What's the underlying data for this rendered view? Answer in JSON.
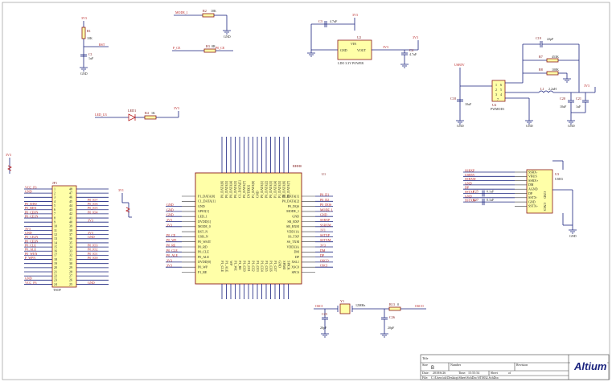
{
  "title_block": {
    "title_label": "Title",
    "title_value": "",
    "size_label": "Size",
    "size_value": "B",
    "number_label": "Number",
    "revision_label": "Revision",
    "date_label": "Date:",
    "date_value": "2018/6/26",
    "time_label": "Time:",
    "time_value": "15:55:54",
    "sheet_label": "Sheet",
    "sheet_value": "of",
    "file_label": "File:",
    "file_value": "C:\\Users\\ok\\Desktop\\Sheet\\SchDoc\\STM32.SchDoc",
    "brand": "Altium"
  },
  "reset_block": {
    "vcc": "3V3",
    "res_ref": "R1",
    "res_val": "10K",
    "cap_ref": "C1",
    "cap_val": "1uF",
    "net": "RST"
  },
  "mode_block": {
    "net": "MODE_1",
    "res_ref": "R2",
    "res_val": "10K"
  },
  "ce_block": {
    "net_left": "P_CE",
    "res_ref": "R3",
    "res_val": "0R",
    "net_right": "P0_CE"
  },
  "ldo_block": {
    "vin": "3V3",
    "cap_in_ref": "C3",
    "cap_in_val": "4.7uF",
    "chip_ref": "U2",
    "pin_gnd": "GND",
    "pin_vout": "VOUT",
    "caption": "LDO 3.3V POWER",
    "vout_net": "3V3",
    "cap_out_ref": "C4",
    "cap_out_val": "4.7uF",
    "pin_in": "VIN"
  },
  "led_block": {
    "net": "LED_U3",
    "led_ref": "LED1",
    "res_ref": "R4",
    "res_val": "1K",
    "vcc": "3V3"
  },
  "power_block": {
    "net": "USB5V",
    "chip_ref": "U4",
    "chip_name": "PWMOD1",
    "cap_ref": "C18",
    "cap_val": "10uF",
    "c19": "C19",
    "c19_val": "22pF",
    "r_a": "R7",
    "r_a_val": "453K",
    "r_b": "R8",
    "r_b_val": "100K",
    "inductor": "L1",
    "ind_val": "2.2uH",
    "c20": "C20",
    "c20_val": "10uF",
    "c21": "C21",
    "c21_val": "1uF",
    "vout": "3V3"
  },
  "mcu": {
    "ref": "U1",
    "part": "RHH0",
    "left_pins": [
      "P1_DATA[0]",
      "C1_DATA[1]",
      "GND",
      "GPIO[1]",
      "LED_1",
      "DVDD[1]",
      "MODE_0",
      "RST_N",
      "USB_N",
      "P0_WAIT",
      "P0_RD",
      "P0_CLE",
      "P0_ALE",
      "DVDD[0]",
      "P0_WP",
      "P1_RE"
    ],
    "right_pins": [
      "P0_DATA[1]",
      "P0_DATA[2]",
      "P0_DQS",
      "MODE_1",
      "GND",
      "SR_RXP",
      "SR_RXM",
      "VDD11A",
      "SS_TXP",
      "SS_TXM",
      "VDD33A",
      "DM",
      "DP",
      "XSL1",
      "XSC0",
      "SPCS"
    ],
    "left_nets": [
      "",
      "",
      "GND",
      "GND",
      "GND",
      "3V3",
      "3V3",
      "",
      "P0_CE",
      "P0_WE",
      "P0_RE",
      "P0_CLE",
      "P0_ALE",
      "3V3",
      "3V3",
      ""
    ],
    "right_nets": [
      "P0_D1",
      "P0_D2",
      "P0_DQS",
      "MODE_1",
      "GND",
      "SSRXP",
      "SSRXM",
      "1V1",
      "SSTXP",
      "SSTXM",
      "3V3",
      "DM",
      "DP",
      "OSCO",
      "OSCI",
      ""
    ],
    "top_pins": [
      "P0_DATA[6]",
      "P0_DATA[5]",
      "P0_DATA[4]",
      "P0_DATA[3]",
      "C1_DATA[5]",
      "P0_DATA[7]",
      "DVDD[3]",
      "P1_DATA[6]",
      "GND",
      "P0_DATA[1]",
      "P0_DATA[2]",
      "P0_DATA[3]",
      "P1_DATA[4]",
      "P1_DATA[5]",
      "P0_DATA[6]",
      "P0_DATA[7]"
    ],
    "bottom_pins": [
      "P1_CLE",
      "P1_ALE",
      "WP",
      "P1_WE",
      "P1_RE",
      "P1_CE0",
      "P1_CE1",
      "P1_CE2",
      "P1_CE3",
      "P1_CE4",
      "P1_CE5",
      "P1_CE6",
      "P1_CE7",
      "GND",
      "SPIMI",
      "SPICK"
    ]
  },
  "connector": {
    "ref": "JP1",
    "name": "TSOP",
    "left_nums": [
      "1",
      "2",
      "3",
      "4",
      "5",
      "6",
      "7",
      "8",
      "9",
      "10",
      "11",
      "12",
      "13",
      "14",
      "15",
      "16",
      "17",
      "18",
      "19",
      "20",
      "21",
      "22",
      "23",
      "24"
    ],
    "right_nums": [
      "48",
      "47",
      "46",
      "45",
      "44",
      "43",
      "42",
      "41",
      "40",
      "39",
      "38",
      "37",
      "36",
      "35",
      "34",
      "33",
      "32",
      "31",
      "30",
      "29",
      "28",
      "27",
      "26",
      "25"
    ],
    "left_nets": [
      "VCC_P3",
      "GND",
      "",
      "",
      "P0_R/B0",
      "P0_REN",
      "P0_CE0N",
      "P0_CE1N",
      "",
      "",
      "3V3",
      "GND",
      "P0_CE2N",
      "P0_CE3N",
      "P0_CLE",
      "P0_ALE",
      "P0_WEN",
      "P_WPN",
      "",
      "",
      "",
      "",
      "GND",
      "VCC_P3"
    ],
    "right_nets": [
      "",
      "",
      "",
      "P0_IO7",
      "P0_IO6",
      "P0_IO5",
      "P0_IO4",
      "",
      "3V3",
      "",
      "",
      "3V3",
      "GND",
      "",
      "P0_IO3",
      "P0_IO2",
      "P0_IO1",
      "P0_IO0",
      "",
      "",
      "",
      "",
      "",
      "GND"
    ],
    "vcc_left": "3V3",
    "vcc_right": "3V1"
  },
  "usb_block": {
    "chip_ref": "U3",
    "chip_name": "USB3",
    "pins": [
      "SSRX-",
      "VBUS",
      "SSRX+",
      "DM",
      "AGND",
      "DP",
      "SSTX-",
      "GND",
      "SSTX+"
    ],
    "left_nets": [
      "SSRXP",
      "USB5V",
      "SSRXM",
      "GND",
      "DP",
      "SSTXP",
      "GND",
      "SSTXM"
    ],
    "caps": [
      "C25",
      "C27"
    ],
    "cap_val": "0.1uF",
    "right_pin": "GND",
    "shield": "CNCS"
  },
  "crystal_block": {
    "net_left": "OSCI",
    "ref": "Y1",
    "val": "12MHz",
    "res_ref": "R13",
    "res_val": "0",
    "net_right": "OSCO",
    "cap_a": "C25",
    "cap_a_val": "20pF",
    "cap_b": "C26",
    "cap_b_val": "20pF"
  },
  "colors": {
    "wire": "#1a237e",
    "part_fill": "#ffffa8",
    "part_stroke": "#8b1a1a",
    "net_label": "#b71c1c"
  }
}
